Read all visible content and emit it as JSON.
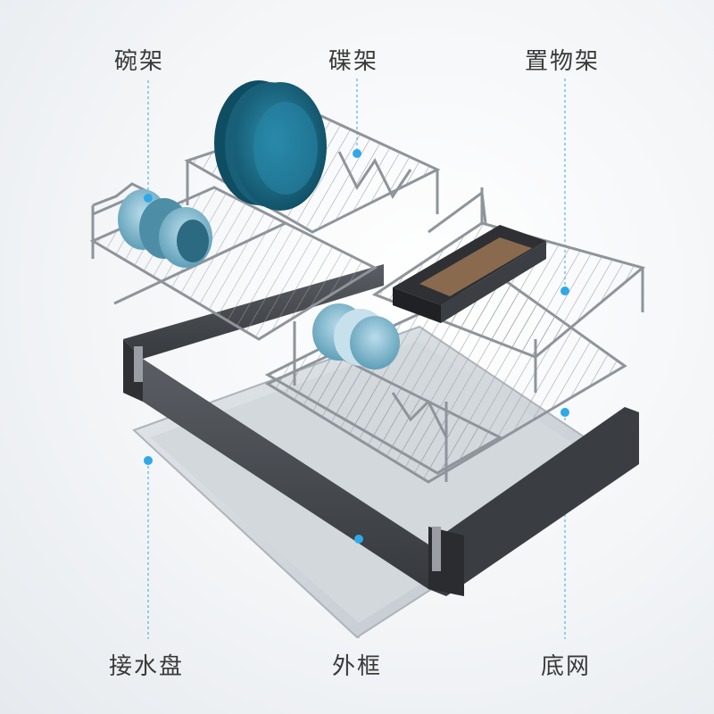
{
  "labels": {
    "bowl_rack": "碗架",
    "plate_rack": "碟架",
    "storage_rack": "置物架",
    "drip_tray": "接水盘",
    "outer_frame": "外框",
    "base_grid": "底网"
  },
  "colors": {
    "accent": "#2fa8e6",
    "plate": "#1e6f8c",
    "bowl": "#7fb6cc",
    "frame": "#4a4d52",
    "tray": "#c9ced4"
  }
}
